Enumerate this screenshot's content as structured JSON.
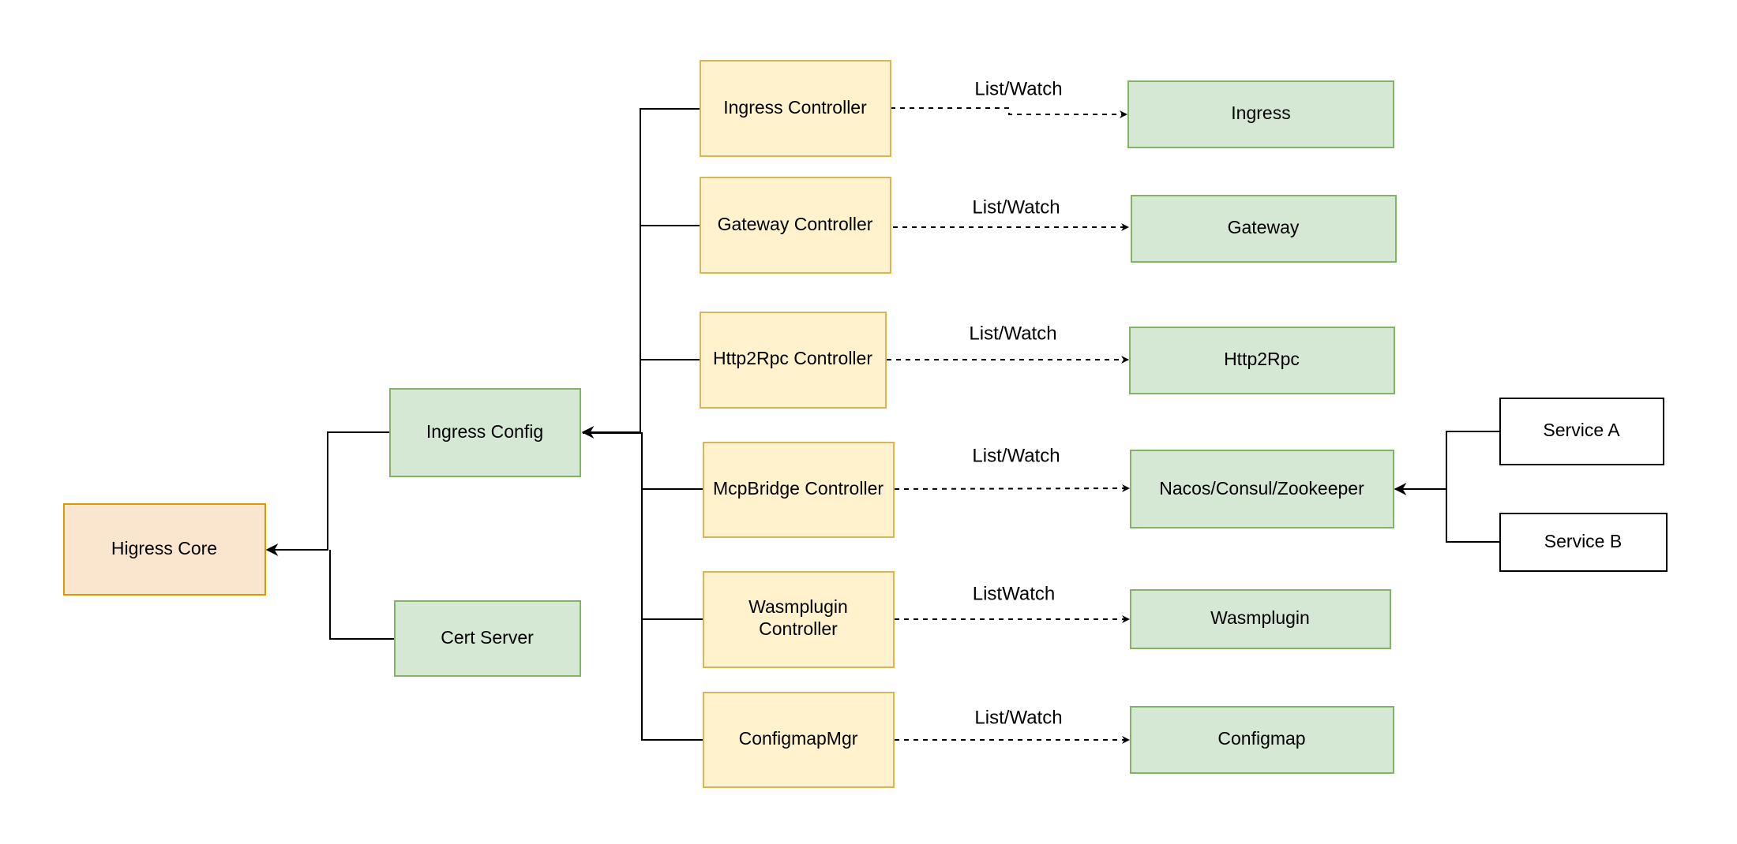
{
  "colors": {
    "core_fill": "#fae5cf",
    "core_stroke": "#d79b00",
    "controller_fill": "#fff2cc",
    "controller_stroke": "#d6b656",
    "resource_fill": "#d5e8d4",
    "resource_stroke": "#82b366",
    "service_fill": "#ffffff",
    "service_stroke": "#000000"
  },
  "nodes": {
    "higress_core": "Higress Core",
    "ingress_config": "Ingress Config",
    "cert_server": "Cert Server",
    "controllers": {
      "ingress": "Ingress Controller",
      "gateway": "Gateway Controller",
      "http2rpc": "Http2Rpc Controller",
      "mcpbridge": "McpBridge Controller",
      "wasmplugin_line1": "Wasmplugin",
      "wasmplugin_line2": "Controller",
      "configmap": "ConfigmapMgr"
    },
    "resources": {
      "ingress": "Ingress",
      "gateway": "Gateway",
      "http2rpc": "Http2Rpc",
      "registry": "Nacos/Consul/Zookeeper",
      "wasmplugin": "Wasmplugin",
      "configmap": "Configmap"
    },
    "services": {
      "a": "Service A",
      "b": "Service B"
    }
  },
  "edge_labels": {
    "ingress": "List/Watch",
    "gateway": "List/Watch",
    "http2rpc": "List/Watch",
    "mcpbridge": "List/Watch",
    "wasmplugin": "ListWatch",
    "configmap": "List/Watch"
  }
}
